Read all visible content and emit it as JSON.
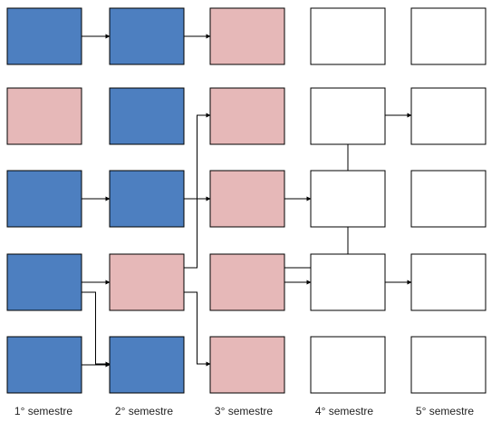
{
  "colors": {
    "blue": "#4d7fc0",
    "pink": "#e6b8b8",
    "white": "#ffffff",
    "border": "#000000",
    "arrow": "#000000"
  },
  "semesters": [
    "1° semestre",
    "2° semestre",
    "3° semestre",
    "4° semestre",
    "5° semestre"
  ],
  "grid": [
    [
      "blue",
      "blue",
      "pink",
      "white",
      "white"
    ],
    [
      "pink",
      "blue",
      "pink",
      "white",
      "white"
    ],
    [
      "blue",
      "blue",
      "pink",
      "white",
      "white"
    ],
    [
      "blue",
      "pink",
      "pink",
      "white",
      "white"
    ],
    [
      "blue",
      "blue",
      "pink",
      "white",
      "white"
    ]
  ],
  "connections": [
    {
      "from": [
        0,
        0
      ],
      "to": [
        0,
        1
      ]
    },
    {
      "from": [
        0,
        1
      ],
      "to": [
        0,
        2
      ]
    },
    {
      "from": [
        2,
        0
      ],
      "to": [
        2,
        1
      ]
    },
    {
      "from": [
        2,
        1
      ],
      "to": [
        2,
        2
      ]
    },
    {
      "from": [
        3,
        0
      ],
      "to": [
        3,
        1
      ]
    },
    {
      "from": [
        3,
        0
      ],
      "to": [
        4,
        1
      ]
    },
    {
      "from": [
        4,
        0
      ],
      "to": [
        4,
        1
      ]
    },
    {
      "from": [
        3,
        1
      ],
      "to": [
        1,
        2
      ]
    },
    {
      "from": [
        3,
        1
      ],
      "to": [
        4,
        2
      ]
    },
    {
      "from": [
        2,
        2
      ],
      "to": [
        2,
        3
      ]
    },
    {
      "from": [
        3,
        2
      ],
      "to": [
        3,
        3
      ]
    },
    {
      "from": [
        3,
        2
      ],
      "to": [
        1,
        4
      ]
    },
    {
      "from": [
        3,
        3
      ],
      "to": [
        3,
        4
      ]
    }
  ]
}
